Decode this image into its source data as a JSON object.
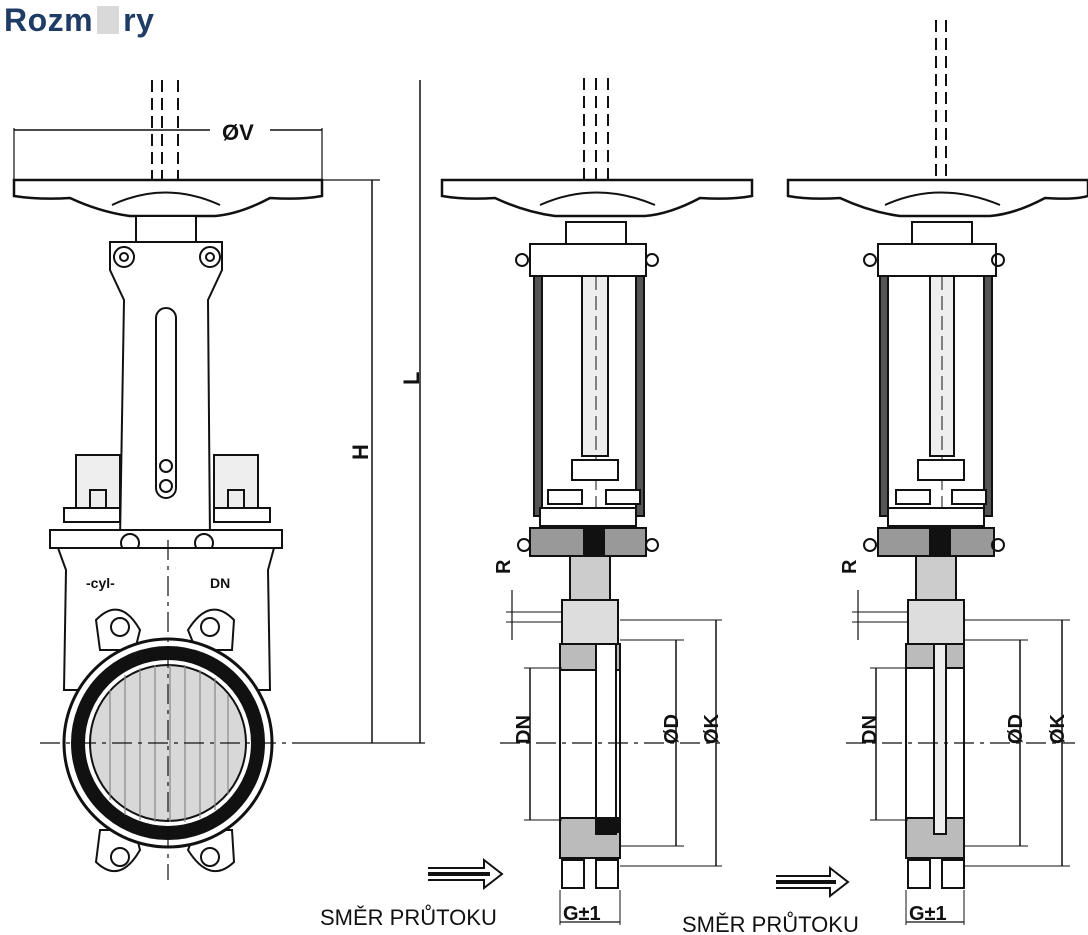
{
  "title_a": "Rozm",
  "title_b": "ry",
  "labels": {
    "v": "ØV",
    "l": "L",
    "h": "H",
    "dn": "DN",
    "r": "R",
    "d": "ØD",
    "k": "ØK",
    "g": "G±1",
    "cyl": "-cyl-",
    "flow": "SMĚR PRŮTOKU"
  }
}
